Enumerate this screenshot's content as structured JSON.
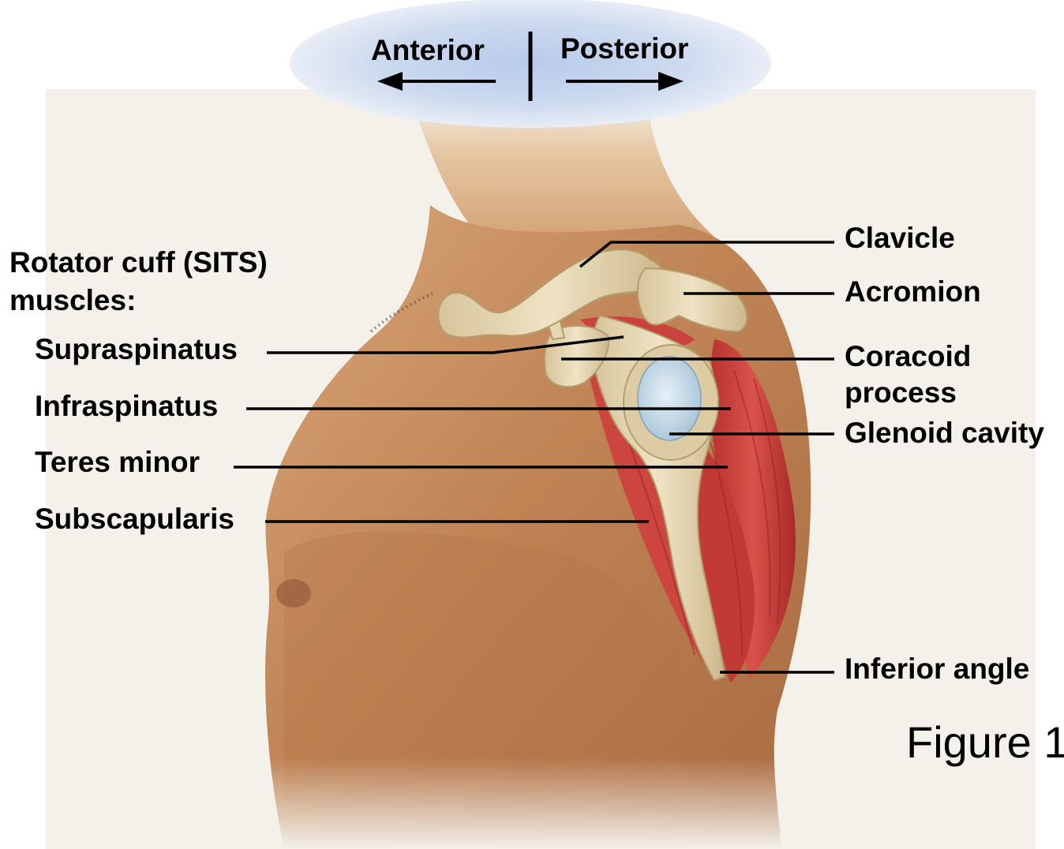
{
  "orientation": {
    "anterior": "Anterior",
    "posterior": "Posterior"
  },
  "group_heading": {
    "line1": "Rotator cuff (SITS)",
    "line2": "muscles:"
  },
  "left_labels": {
    "supraspinatus": "Supraspinatus",
    "infraspinatus": "Infraspinatus",
    "teres_minor": "Teres minor",
    "subscapularis": "Subscapularis"
  },
  "right_labels": {
    "clavicle": "Clavicle",
    "acromion": "Acromion",
    "coracoid_line1": "Coracoid",
    "coracoid_line2": "process",
    "glenoid": "Glenoid cavity",
    "inferior_angle": "Inferior angle"
  },
  "caption": "Figure 1",
  "colors": {
    "background_panel": "#f3f1ea",
    "skin": "#c58a5c",
    "bone": "#e6d7b2",
    "muscle": "#c8413c",
    "glenoid": "#c6dbe8",
    "orientation_glow": "#bfd1ec"
  }
}
